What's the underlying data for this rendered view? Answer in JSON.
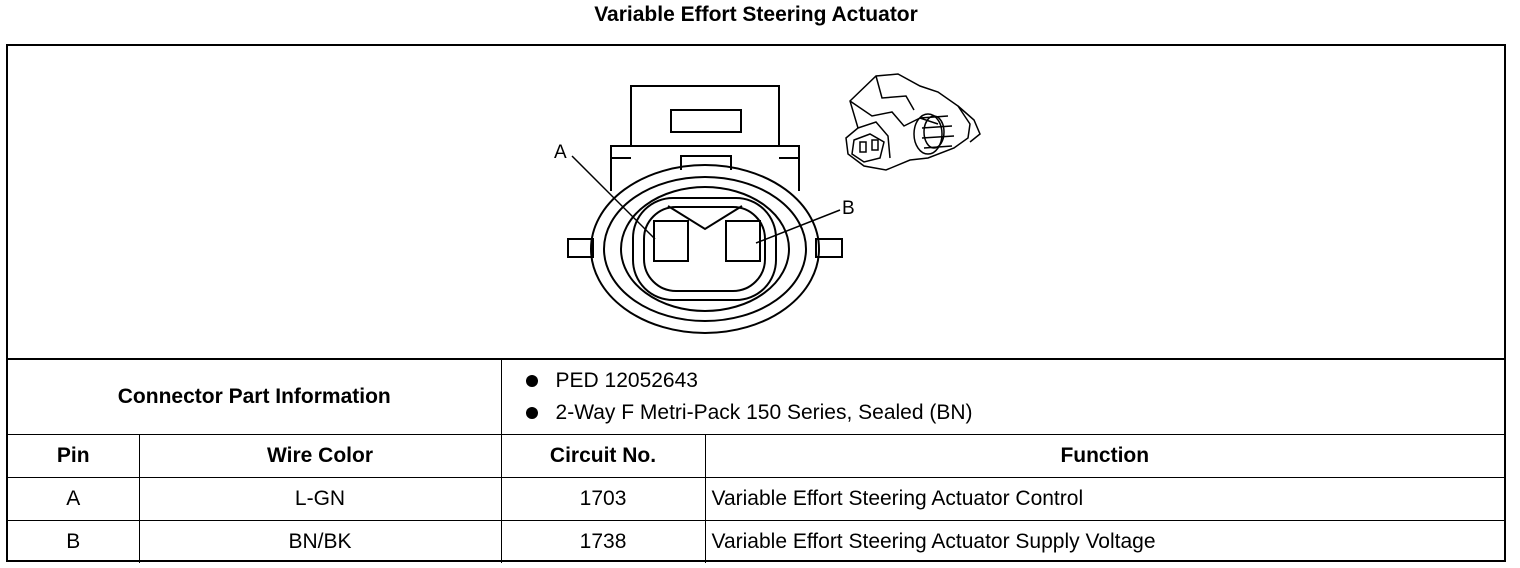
{
  "title": "Variable Effort Steering Actuator",
  "diagram": {
    "pin_labels": [
      "A",
      "B"
    ]
  },
  "connector_part_information": {
    "label": "Connector Part Information",
    "items": [
      "PED 12052643",
      "2-Way F Metri-Pack 150 Series, Sealed (BN)"
    ]
  },
  "table": {
    "headers": [
      "Pin",
      "Wire Color",
      "Circuit No.",
      "Function"
    ],
    "rows": [
      [
        "A",
        "L-GN",
        "1703",
        "Variable Effort Steering Actuator Control"
      ],
      [
        "B",
        "BN/BK",
        "1738",
        "Variable Effort Steering Actuator Supply Voltage"
      ]
    ]
  }
}
